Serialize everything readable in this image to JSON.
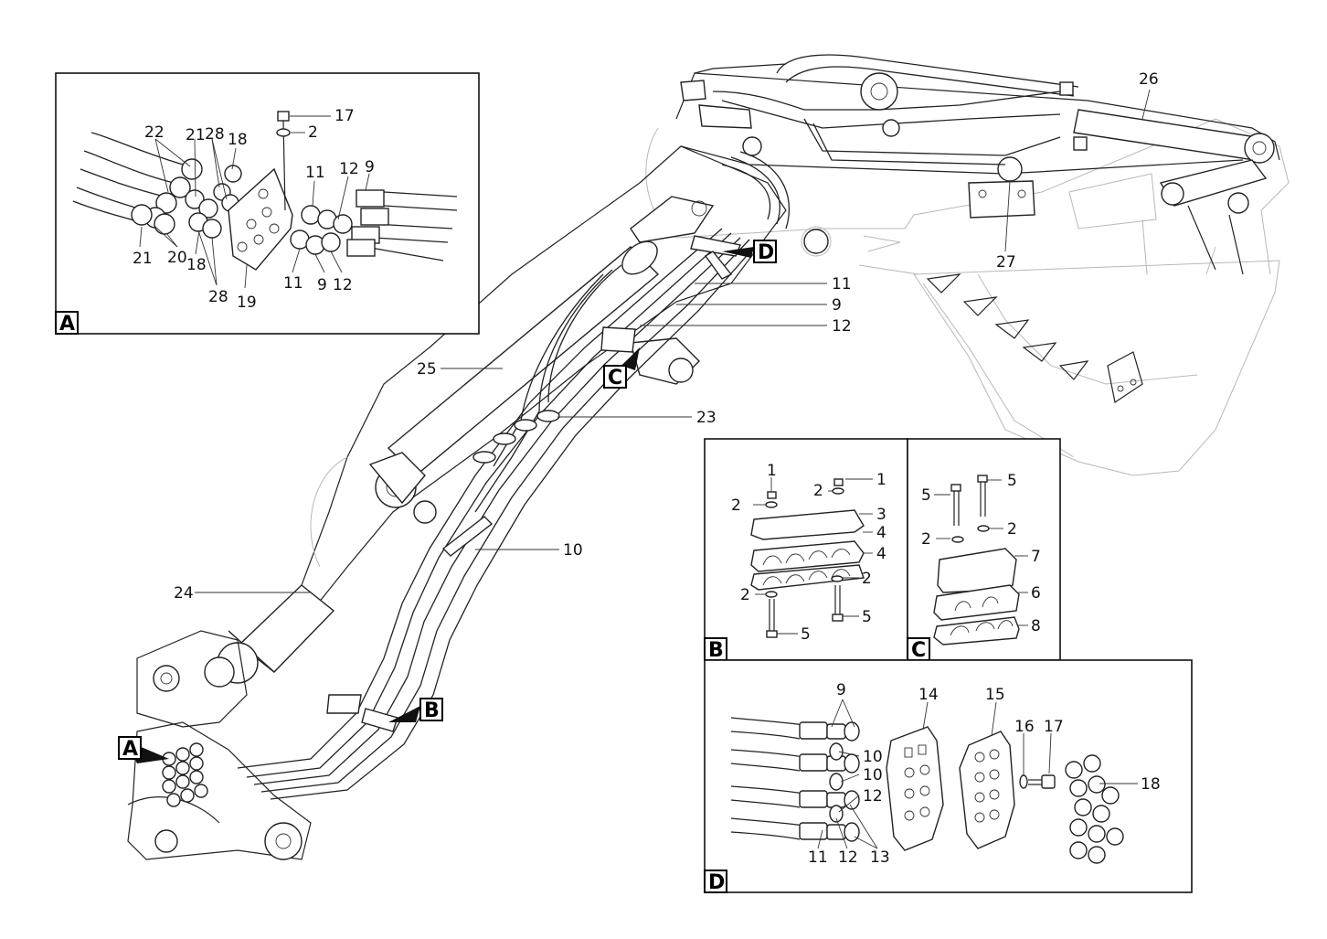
{
  "sections": {
    "A": "A",
    "B": "B",
    "C": "C",
    "D": "D"
  },
  "main": {
    "labels": [
      "26",
      "27",
      "11",
      "9",
      "12",
      "25",
      "23",
      "10",
      "24"
    ]
  },
  "detail_a": {
    "labels": [
      "17",
      "2",
      "22",
      "21",
      "28",
      "18",
      "11",
      "12",
      "9",
      "21",
      "20",
      "18",
      "28",
      "19",
      "11",
      "9",
      "12"
    ]
  },
  "detail_b": {
    "labels": [
      "1",
      "2",
      "1",
      "2",
      "3",
      "4",
      "4",
      "2",
      "2",
      "5",
      "5"
    ]
  },
  "detail_c": {
    "labels": [
      "5",
      "5",
      "2",
      "2",
      "7",
      "6",
      "8"
    ]
  },
  "detail_d": {
    "labels": [
      "9",
      "14",
      "15",
      "16",
      "17",
      "10",
      "10",
      "18",
      "12",
      "11",
      "12",
      "13"
    ]
  },
  "colors": {
    "line": "#222222",
    "faint": "#b8b8b8",
    "paper": "#ffffff"
  }
}
